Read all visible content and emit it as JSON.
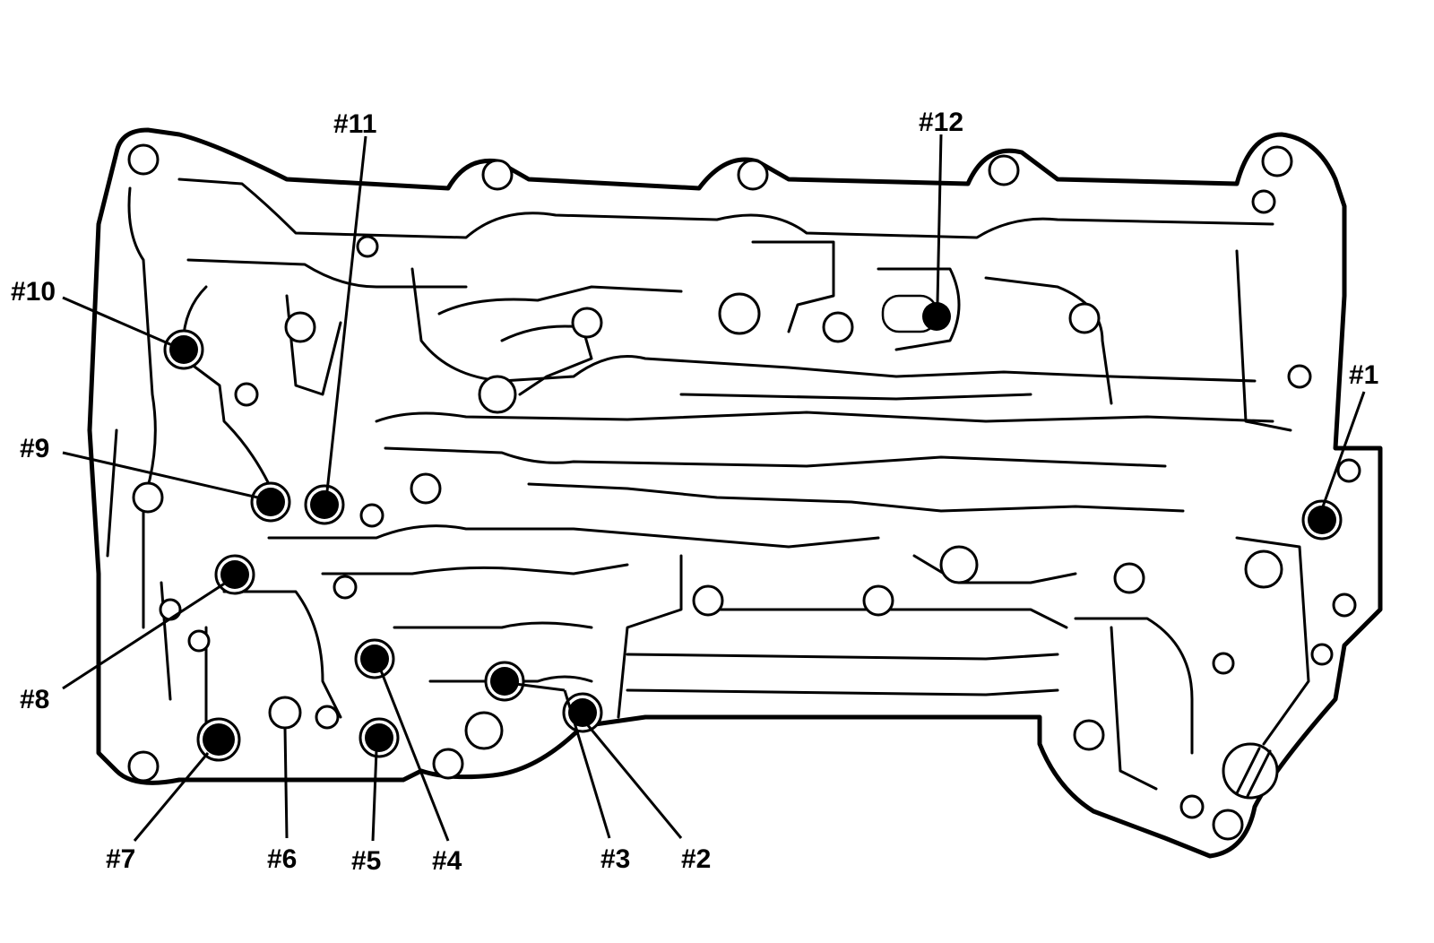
{
  "callouts": [
    {
      "id": "1",
      "label": "#1"
    },
    {
      "id": "2",
      "label": "#2"
    },
    {
      "id": "3",
      "label": "#3"
    },
    {
      "id": "4",
      "label": "#4"
    },
    {
      "id": "5",
      "label": "#5"
    },
    {
      "id": "6",
      "label": "#6"
    },
    {
      "id": "7",
      "label": "#7"
    },
    {
      "id": "8",
      "label": "#8"
    },
    {
      "id": "9",
      "label": "#9"
    },
    {
      "id": "10",
      "label": "#10"
    },
    {
      "id": "11",
      "label": "#11"
    },
    {
      "id": "12",
      "label": "#12"
    }
  ],
  "colors": {
    "line": "#000000",
    "background": "#ffffff"
  }
}
